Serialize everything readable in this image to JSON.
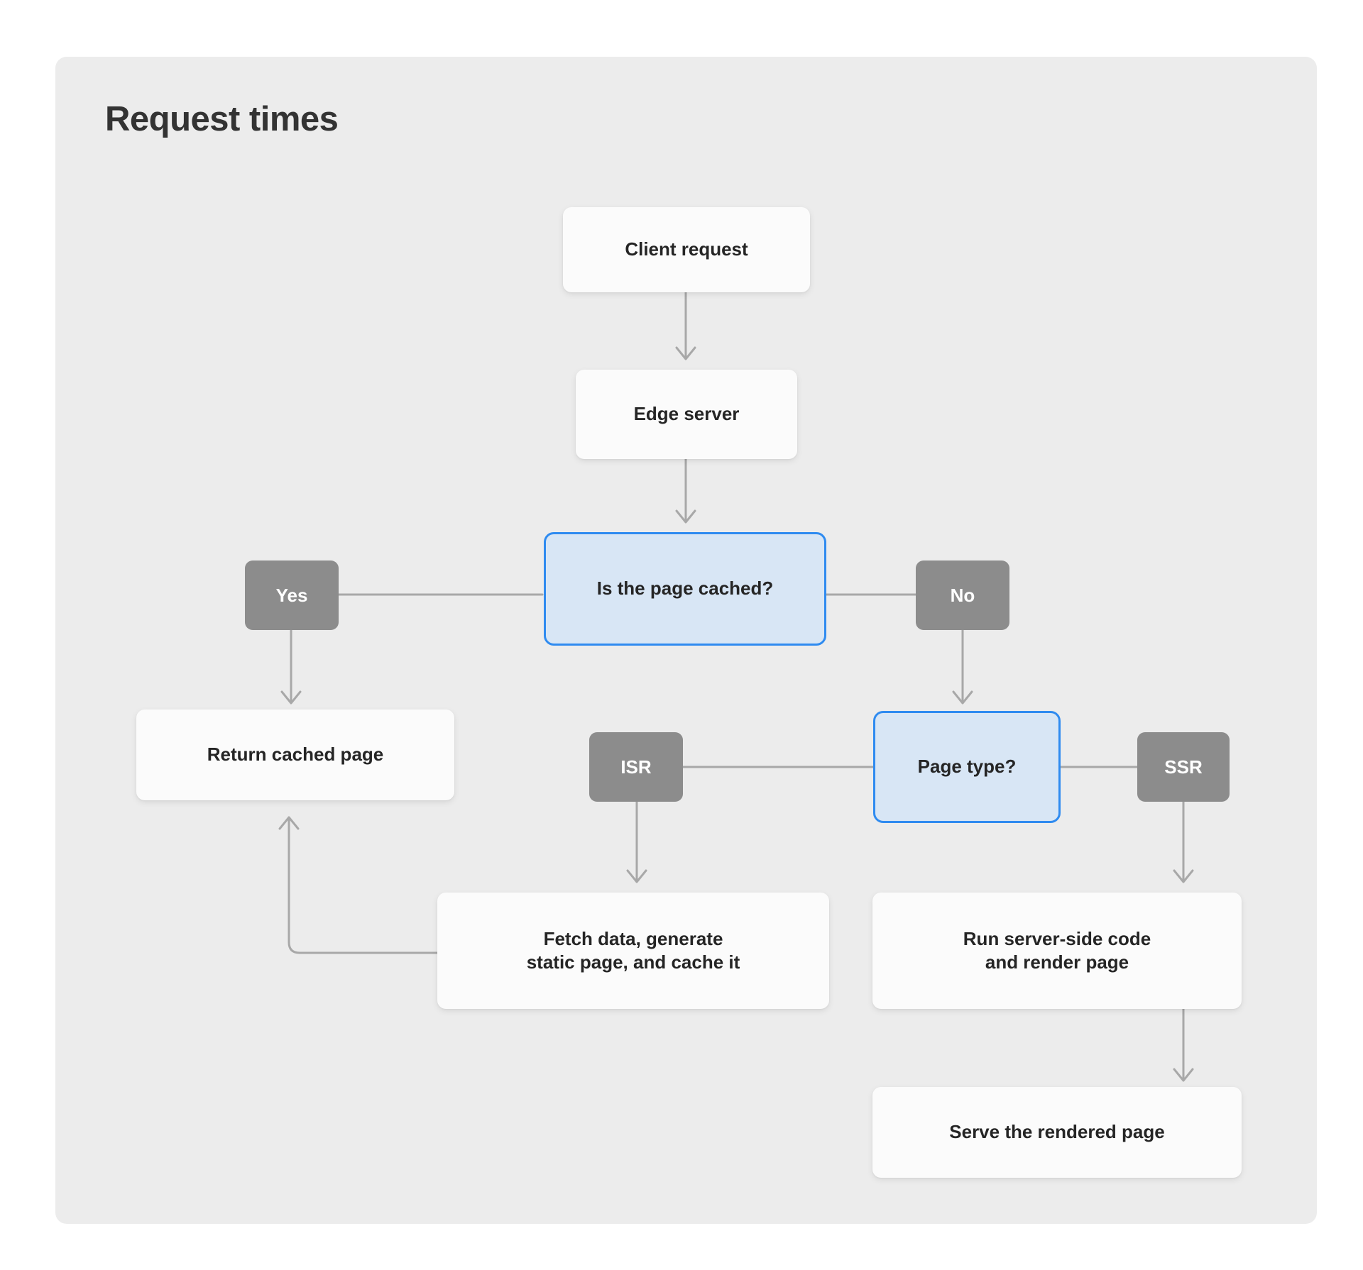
{
  "panel": {
    "title": "Request times",
    "background_color": "#ececec",
    "page_background_color": "#ffffff"
  },
  "theme": {
    "process_fill": "#fbfbfb",
    "process_text": "#252525",
    "decision_fill": "#d8e6f5",
    "decision_border": "#2f8bf0",
    "badge_fill": "#8c8c8c",
    "badge_text": "#ffffff",
    "edge_color": "#a8a8a8"
  },
  "chart_data": {
    "type": "diagram",
    "title": "Request times",
    "diagram_kind": "flowchart",
    "nodes": [
      {
        "id": "client-request",
        "label": "Client request",
        "shape": "process"
      },
      {
        "id": "edge-server",
        "label": "Edge server",
        "shape": "process"
      },
      {
        "id": "is-page-cached",
        "label": "Is the page cached?",
        "shape": "decision"
      },
      {
        "id": "return-cached-page",
        "label": "Return cached page",
        "shape": "process"
      },
      {
        "id": "page-type",
        "label": "Page type?",
        "shape": "decision"
      },
      {
        "id": "fetch-generate-cache",
        "label": "Fetch data, generate static page, and cache it",
        "shape": "process",
        "lines": [
          "Fetch data, generate",
          "static page, and cache it"
        ]
      },
      {
        "id": "run-server-side",
        "label": "Run server-side code and render page",
        "shape": "process",
        "lines": [
          "Run server-side code",
          "and render page"
        ]
      },
      {
        "id": "serve-rendered-page",
        "label": "Serve the rendered page",
        "shape": "process"
      }
    ],
    "badges": [
      {
        "id": "yes",
        "label": "Yes"
      },
      {
        "id": "no",
        "label": "No"
      },
      {
        "id": "isr",
        "label": "ISR"
      },
      {
        "id": "ssr",
        "label": "SSR"
      }
    ],
    "edges": [
      {
        "from": "client-request",
        "to": "edge-server",
        "label": ""
      },
      {
        "from": "edge-server",
        "to": "is-page-cached",
        "label": ""
      },
      {
        "from": "is-page-cached",
        "to": "yes",
        "label": "Yes"
      },
      {
        "from": "yes",
        "to": "return-cached-page",
        "label": ""
      },
      {
        "from": "is-page-cached",
        "to": "no",
        "label": "No"
      },
      {
        "from": "no",
        "to": "page-type",
        "label": ""
      },
      {
        "from": "page-type",
        "to": "isr",
        "label": "ISR"
      },
      {
        "from": "isr",
        "to": "fetch-generate-cache",
        "label": ""
      },
      {
        "from": "page-type",
        "to": "ssr",
        "label": "SSR"
      },
      {
        "from": "ssr",
        "to": "run-server-side",
        "label": ""
      },
      {
        "from": "run-server-side",
        "to": "serve-rendered-page",
        "label": ""
      },
      {
        "from": "fetch-generate-cache",
        "to": "return-cached-page",
        "label": ""
      }
    ]
  },
  "nodes": {
    "client_request": "Client request",
    "edge_server": "Edge server",
    "is_page_cached": "Is the page cached?",
    "return_cached_page": "Return cached page",
    "page_type": "Page type?",
    "fetch_line1": "Fetch data, generate",
    "fetch_line2": "static page, and cache it",
    "run_line1": "Run server-side code",
    "run_line2": "and render page",
    "serve_rendered_page": "Serve the rendered page"
  },
  "badges": {
    "yes": "Yes",
    "no": "No",
    "isr": "ISR",
    "ssr": "SSR"
  }
}
